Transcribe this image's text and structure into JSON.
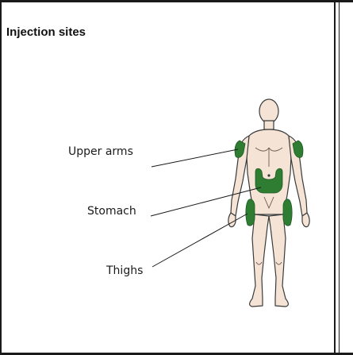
{
  "title": "Injection sites",
  "labels": {
    "upper_arms": "Upper arms",
    "stomach": "Stomach",
    "thighs": "Thighs"
  },
  "colors": {
    "skin": "#f5e4d6",
    "outline": "#3a3a3a",
    "injection_zone": "#2e7d32",
    "border": "#1a1a1a"
  }
}
